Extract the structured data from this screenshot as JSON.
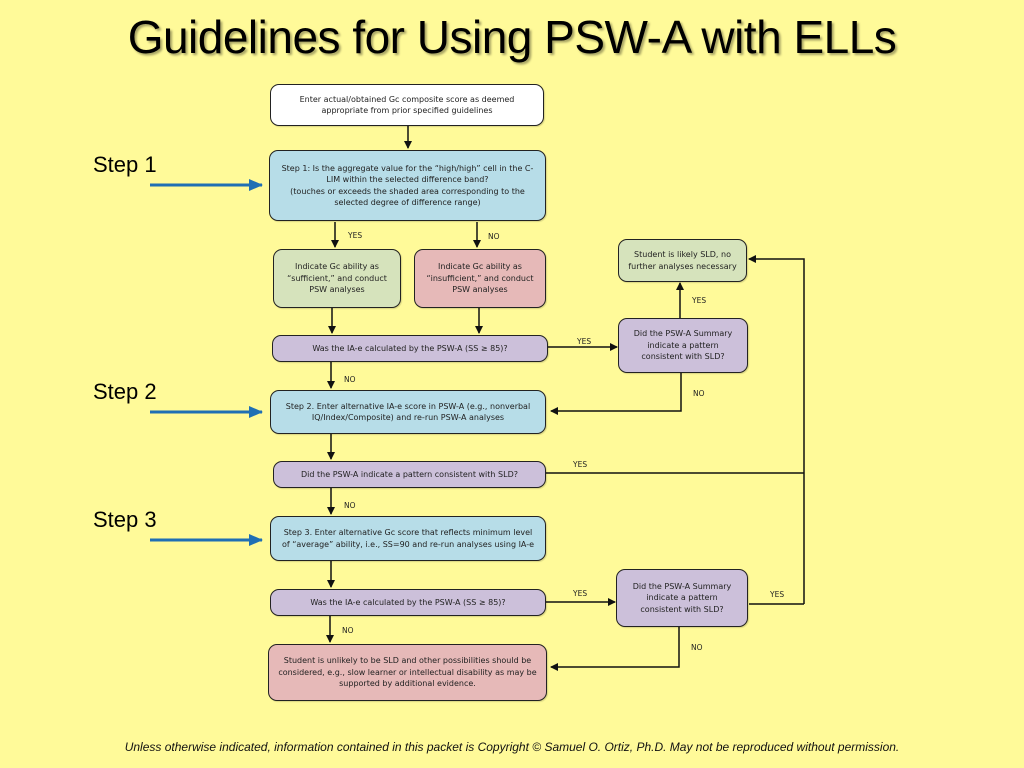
{
  "title": "Guidelines for Using PSW-A with ELLs",
  "colors": {
    "background": "#fffa99",
    "box_blue": "#b7dde8",
    "box_green": "#d6e3bc",
    "box_pink": "#e6b9b8",
    "box_purple": "#ccc0da",
    "box_white": "#ffffff",
    "step_arrow": "#1f6fb4"
  },
  "steps": [
    {
      "label": "Step 1"
    },
    {
      "label": "Step 2"
    },
    {
      "label": "Step 3"
    }
  ],
  "nodes": {
    "enter_gc": "Enter actual/obtained Gc composite score as deemed appropriate from prior specified guidelines",
    "step1_question": "Step 1: Is the aggregate value for the “high/high” cell in the C-LIM within the selected difference band?\n(touches or exceeds the shaded area corresponding to the selected degree of difference range)",
    "gc_sufficient": "Indicate Gc ability as “sufficient,” and conduct PSW analyses",
    "gc_insufficient": "Indicate Gc ability as “insufficient,” and conduct PSW analyses",
    "iae_question_1": "Was the IA-e calculated by the PSW-A (SS ≥ 85)?",
    "summary_question_1": "Did the PSW-A Summary indicate a pattern consistent with SLD?",
    "likely_sld": "Student is likely SLD, no further analyses necessary",
    "step2": "Step 2. Enter alternative IA-e score in PSW-A (e.g., nonverbal IQ/Index/Composite) and re-run PSW-A analyses",
    "pattern_question": "Did the PSW-A indicate a pattern consistent with SLD?",
    "step3": "Step 3. Enter alternative Gc score that reflects minimum level of “average” ability, i.e., SS=90 and re-run analyses using IA-e",
    "iae_question_2": "Was the IA-e calculated by the PSW-A (SS ≥ 85)?",
    "summary_question_2": "Did the PSW-A Summary indicate a pattern consistent with SLD?",
    "unlikely_sld": "Student is unlikely to be SLD and other possibilities should be considered, e.g., slow learner or intellectual disability as may be supported by additional evidence."
  },
  "edge_labels": {
    "step1_yes": "YES",
    "step1_no": "NO",
    "iae1_yes": "YES",
    "iae1_no": "NO",
    "summary1_yes": "YES",
    "summary1_no": "NO",
    "pattern_yes": "YES",
    "pattern_no": "NO",
    "iae2_yes": "YES",
    "iae2_no": "NO",
    "summary2_yes": "YES",
    "summary2_no": "NO"
  },
  "footer": "Unless otherwise indicated, information contained in this packet is Copyright © Samuel O. Ortiz, Ph.D.  May not be reproduced without permission."
}
